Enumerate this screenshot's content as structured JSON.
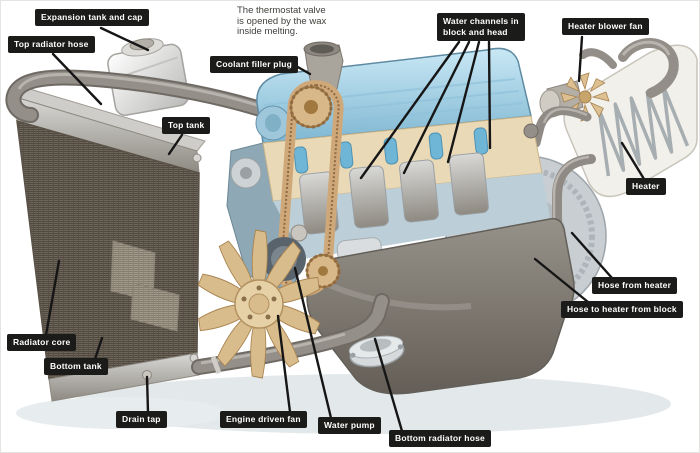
{
  "diagram": {
    "labels": {
      "expansion_tank": "Expansion tank and cap",
      "top_radiator_hose": "Top radiator hose",
      "coolant_filler_plug": "Coolant filler plug",
      "top_tank": "Top tank",
      "water_channels": "Water channels in\nblock and head",
      "heater_blower_fan": "Heater blower fan",
      "heater": "Heater",
      "hose_from_heater": "Hose from heater",
      "hose_to_heater_from_block": "Hose to heater from block",
      "radiator_core": "Radiator core",
      "bottom_tank": "Bottom tank",
      "drain_tap": "Drain tap",
      "engine_driven_fan": "Engine driven fan",
      "water_pump": "Water pump",
      "bottom_radiator_hose": "Bottom radiator hose"
    },
    "note_thermostat": "The thermostat valve\nis opened by the wax\ninside melting.",
    "colors": {
      "label_bg": "#1b1b19",
      "label_text": "#ffffff",
      "engine_blue": "#a9d3e6",
      "water_channel_blue": "#6fb6d6",
      "cut_surface_cream": "#ead9b6",
      "fan_tan": "#d9bc8c",
      "belt_tan": "#cfa87a",
      "radiator_grey": "#6e665b",
      "hose_grey": "#948f89",
      "background": "#ffffff"
    }
  }
}
